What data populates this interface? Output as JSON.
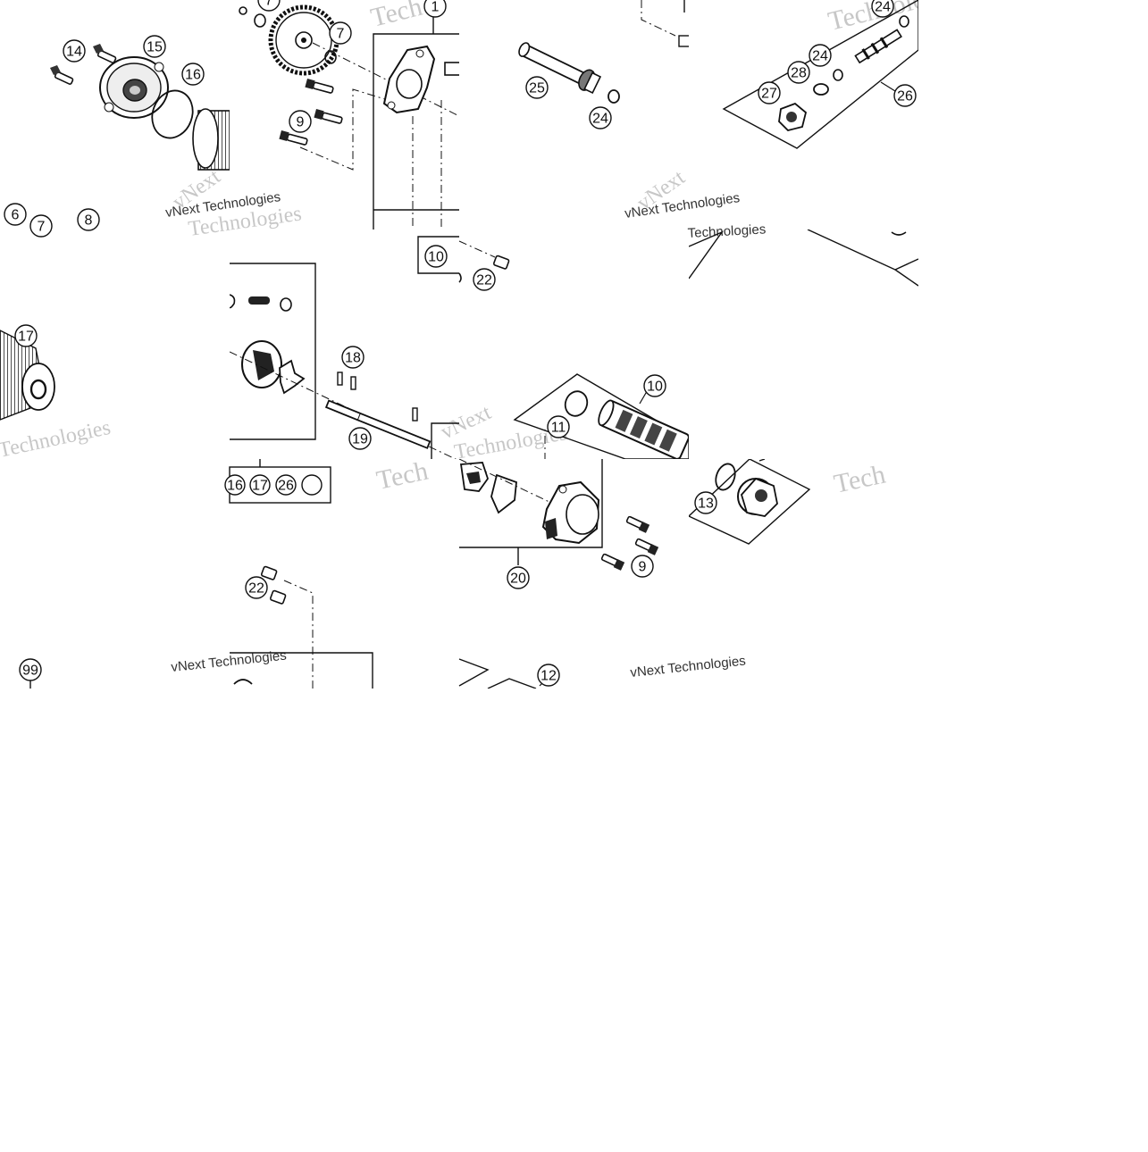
{
  "diagram": {
    "watermark_brand": "vNext Technologies",
    "watermark_word_1": "vNext",
    "watermark_word_2": "Technologies",
    "watermark_short": "Tech",
    "callouts": [
      {
        "id": "c-1",
        "label": "1"
      },
      {
        "id": "c-7a",
        "label": "7"
      },
      {
        "id": "c-7b",
        "label": "7"
      },
      {
        "id": "c-9a",
        "label": "9"
      },
      {
        "id": "c-14",
        "label": "14"
      },
      {
        "id": "c-15",
        "label": "15"
      },
      {
        "id": "c-16",
        "label": "16"
      },
      {
        "id": "c-6",
        "label": "6"
      },
      {
        "id": "c-7c",
        "label": "7"
      },
      {
        "id": "c-8",
        "label": "8"
      },
      {
        "id": "c-24a",
        "label": "24"
      },
      {
        "id": "c-24b",
        "label": "24"
      },
      {
        "id": "c-24c",
        "label": "24"
      },
      {
        "id": "c-25",
        "label": "25"
      },
      {
        "id": "c-26a",
        "label": "26"
      },
      {
        "id": "c-27",
        "label": "27"
      },
      {
        "id": "c-28",
        "label": "28"
      },
      {
        "id": "c-10a",
        "label": "10"
      },
      {
        "id": "c-22a",
        "label": "22"
      },
      {
        "id": "c-17a",
        "label": "17"
      },
      {
        "id": "c-18",
        "label": "18"
      },
      {
        "id": "c-19",
        "label": "19"
      },
      {
        "id": "c-10b",
        "label": "10"
      },
      {
        "id": "c-11",
        "label": "11"
      },
      {
        "id": "c-13",
        "label": "13"
      },
      {
        "id": "c-20",
        "label": "20"
      },
      {
        "id": "c-9b",
        "label": "9"
      },
      {
        "id": "c-22b",
        "label": "22"
      },
      {
        "id": "c-99",
        "label": "99"
      },
      {
        "id": "c-12b",
        "label": "12"
      },
      {
        "id": "c-12a",
        "label": "12"
      },
      {
        "id": "c-16b",
        "label": "16"
      },
      {
        "id": "c-17b",
        "label": "17"
      },
      {
        "id": "c-26b",
        "label": "26"
      }
    ]
  }
}
